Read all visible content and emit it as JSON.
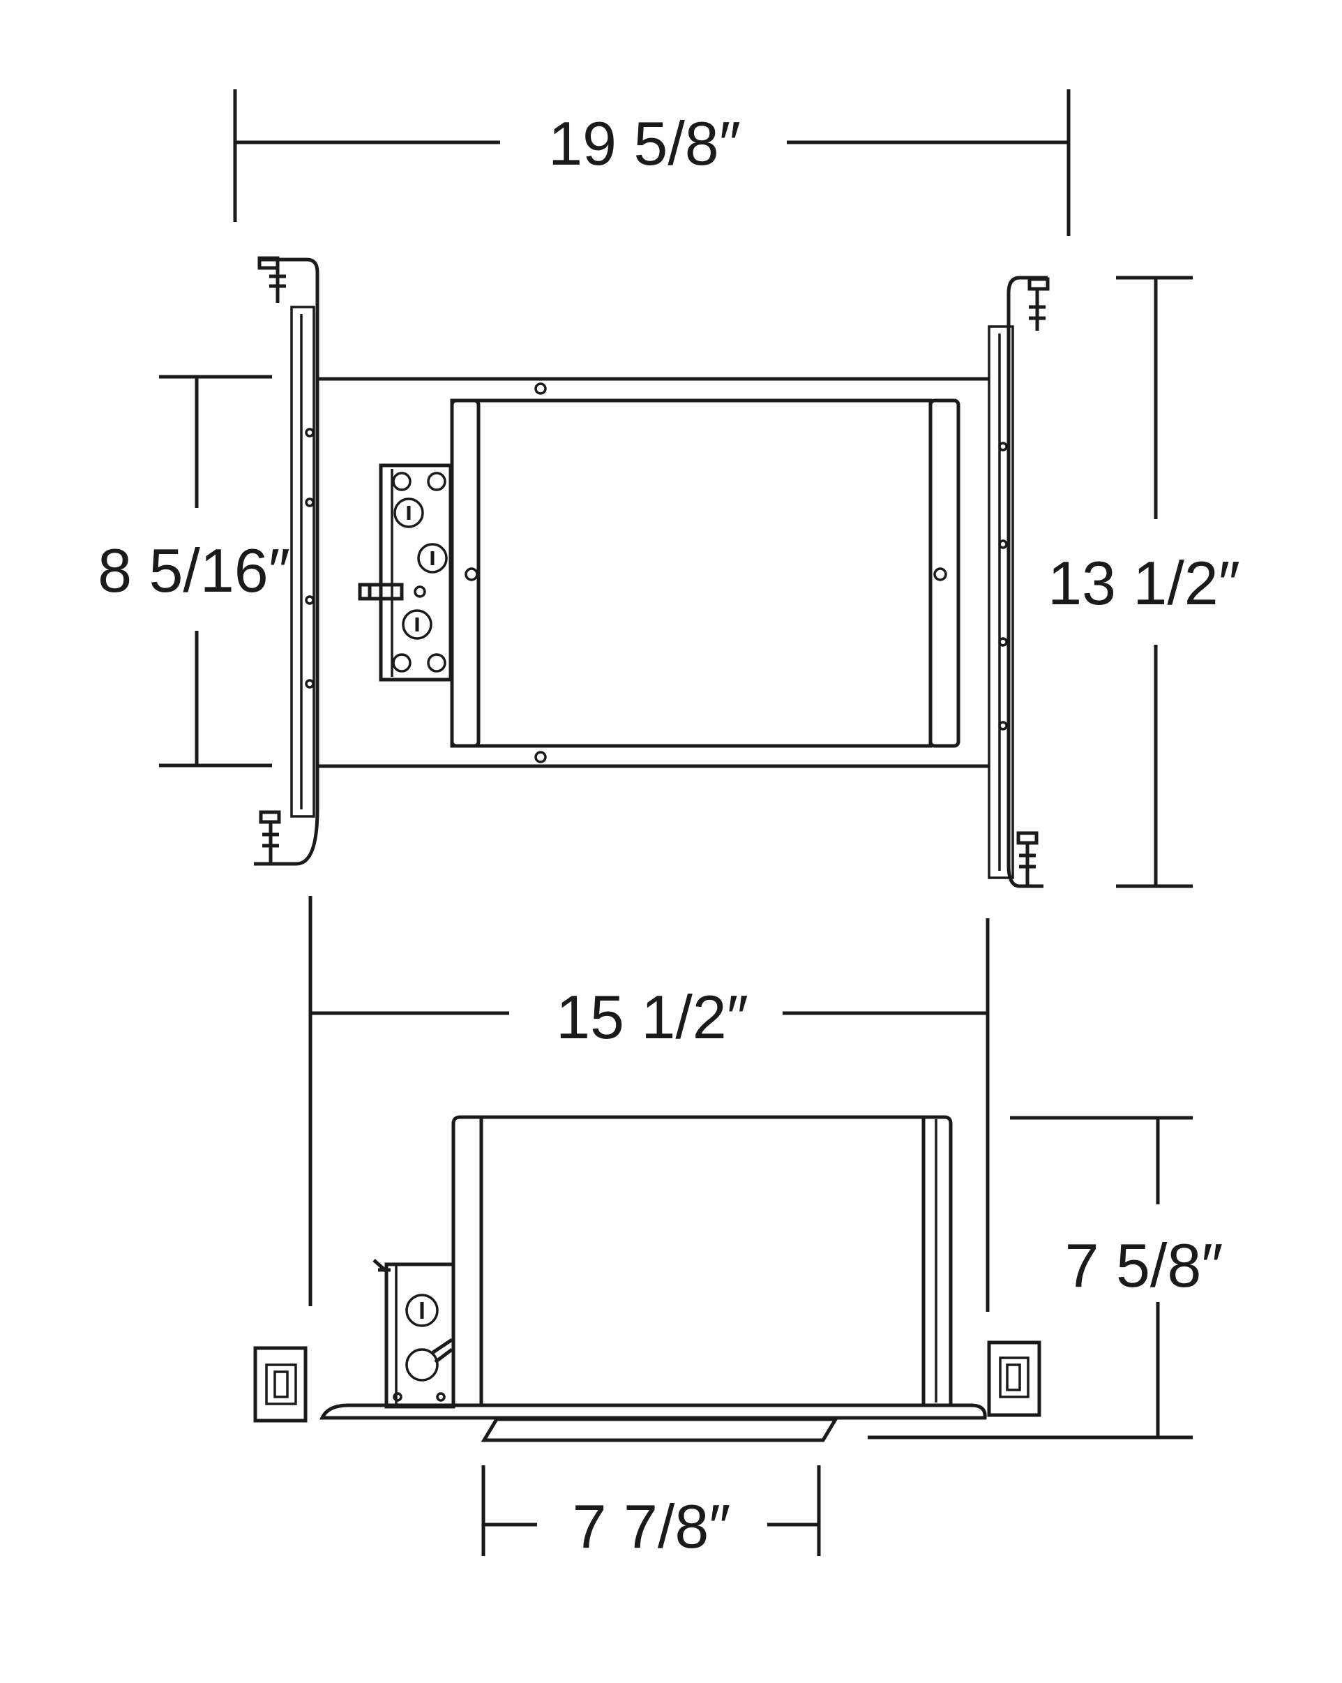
{
  "dimensions": {
    "overall_width": "19 5/8″",
    "overall_depth": "13 1/2″",
    "aperture_height": "8 5/16″",
    "housing_width": "15 1/2″",
    "housing_height": "7 5/8″",
    "aperture_width": "7 7/8″"
  }
}
